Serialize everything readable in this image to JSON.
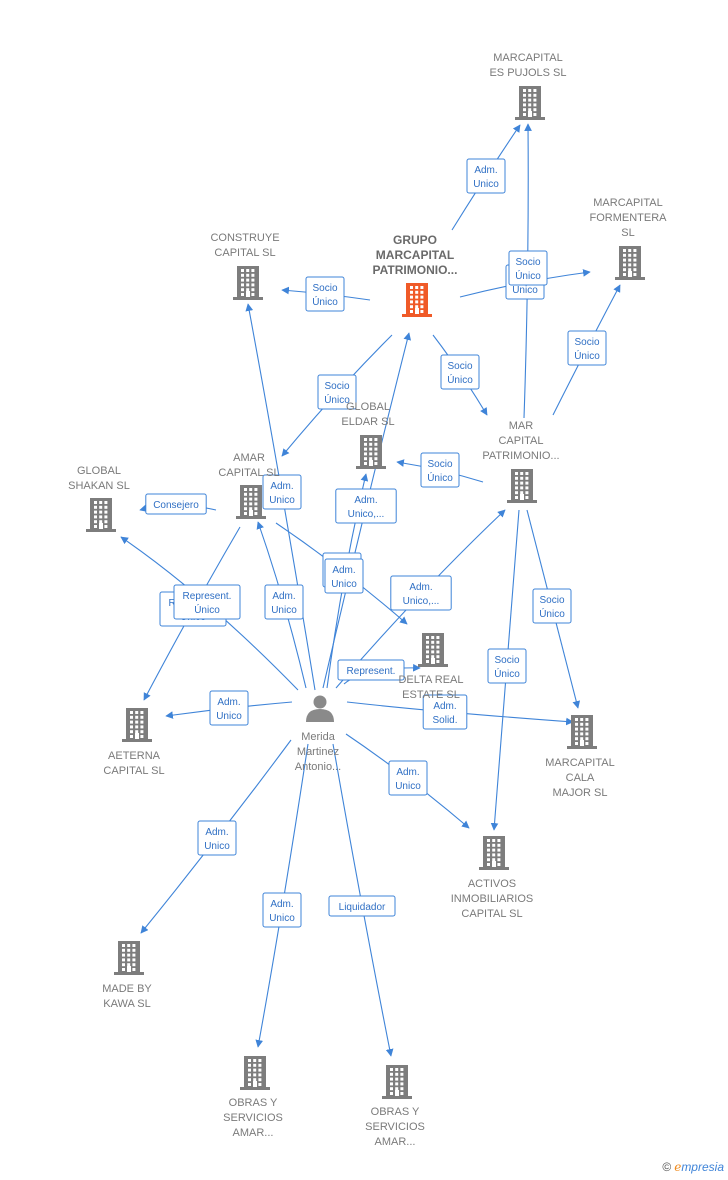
{
  "colors": {
    "edge": "#3f84d8",
    "company": "#7d7d7d",
    "focus": "#f05a28",
    "person": "#8a8a8a"
  },
  "nodes": [
    {
      "id": "mc_pujols",
      "type": "company",
      "label": [
        "MARCAPITAL",
        "ES PUJOLS  SL"
      ]
    },
    {
      "id": "mc_formentera",
      "type": "company",
      "label": [
        "MARCAPITAL",
        "FORMENTERA",
        "SL"
      ]
    },
    {
      "id": "construye",
      "type": "company",
      "label": [
        "CONSTRUYE",
        "CAPITAL  SL"
      ]
    },
    {
      "id": "grupo",
      "type": "focus",
      "label": [
        "GRUPO",
        "MARCAPITAL",
        "PATRIMONIO..."
      ]
    },
    {
      "id": "global_eldar",
      "type": "company",
      "label": [
        "GLOBAL",
        "ELDAR  SL"
      ]
    },
    {
      "id": "mar_capital",
      "type": "company",
      "label": [
        "MAR",
        "CAPITAL",
        "PATRIMONIO..."
      ]
    },
    {
      "id": "amar_capital",
      "type": "company",
      "label": [
        "AMAR",
        "CAPITAL  SL"
      ]
    },
    {
      "id": "global_shakan",
      "type": "company",
      "label": [
        "GLOBAL",
        "SHAKAN  SL"
      ]
    },
    {
      "id": "delta",
      "type": "company",
      "label": [
        "DELTA REAL",
        "ESTATE SL"
      ]
    },
    {
      "id": "aeterna",
      "type": "company",
      "label": [
        "AETERNA",
        "CAPITAL SL"
      ]
    },
    {
      "id": "person",
      "type": "person",
      "label": [
        "Merida",
        "Martinez",
        "Antonio..."
      ]
    },
    {
      "id": "cala_major",
      "type": "company",
      "label": [
        "MARCAPITAL",
        "CALA",
        "MAJOR  SL"
      ]
    },
    {
      "id": "activos",
      "type": "company",
      "label": [
        "ACTIVOS",
        "INMOBILIARIOS",
        "CAPITAL  SL"
      ]
    },
    {
      "id": "made_by_kawa",
      "type": "company",
      "label": [
        "MADE BY",
        "KAWA  SL"
      ]
    },
    {
      "id": "obras1",
      "type": "company",
      "label": [
        "OBRAS Y",
        "SERVICIOS",
        "AMAR..."
      ]
    },
    {
      "id": "obras2",
      "type": "company",
      "label": [
        "OBRAS Y",
        "SERVICIOS",
        "AMAR..."
      ]
    }
  ],
  "edges": [
    {
      "from": "grupo",
      "to": "mc_pujols",
      "label": [
        "Adm.",
        "Unico"
      ]
    },
    {
      "from": "grupo",
      "to": "construye",
      "label": [
        "Socio",
        "Único"
      ]
    },
    {
      "from": "grupo",
      "to": "mc_formentera",
      "label": [
        "Socio",
        "Único"
      ]
    },
    {
      "from": "grupo",
      "to": "amar_capital",
      "label": [
        "Socio",
        "Único"
      ]
    },
    {
      "from": "grupo",
      "to": "mar_capital",
      "label": [
        "Socio",
        "Único"
      ]
    },
    {
      "from": "mar_capital",
      "to": "mc_pujols",
      "label": [
        "Socio",
        "Único"
      ]
    },
    {
      "from": "mar_capital",
      "to": "mc_formentera",
      "label": [
        "Socio",
        "Único"
      ]
    },
    {
      "from": "mar_capital",
      "to": "global_eldar",
      "label": [
        "Socio",
        "Único"
      ]
    },
    {
      "from": "mar_capital",
      "to": "cala_major",
      "label": [
        "Socio",
        "Único"
      ]
    },
    {
      "from": "mar_capital",
      "to": "activos",
      "label": [
        "Socio",
        "Único"
      ]
    },
    {
      "from": "amar_capital",
      "to": "global_shakan",
      "label": [
        "Consejero"
      ]
    },
    {
      "from": "amar_capital",
      "to": "aeterna",
      "label": [
        "Represent.",
        "Único"
      ]
    },
    {
      "from": "amar_capital",
      "to": "delta",
      "label": [
        "Adm.",
        "Unico"
      ]
    },
    {
      "from": "person",
      "to": "global_shakan",
      "label": [
        "Represent.",
        "Único"
      ]
    },
    {
      "from": "person",
      "to": "construye",
      "label": [
        "Adm.",
        "Unico"
      ]
    },
    {
      "from": "person",
      "to": "amar_capital",
      "label": [
        "Adm.",
        "Unico"
      ]
    },
    {
      "from": "person",
      "to": "grupo",
      "label": [
        "Adm.",
        "Unico,..."
      ]
    },
    {
      "from": "person",
      "to": "global_eldar",
      "label": [
        "Adm.",
        "Unico"
      ]
    },
    {
      "from": "person",
      "to": "mar_capital",
      "label": [
        "Adm.",
        "Unico,..."
      ]
    },
    {
      "from": "person",
      "to": "delta",
      "label": [
        "Represent."
      ]
    },
    {
      "from": "person",
      "to": "aeterna",
      "label": [
        "Adm.",
        "Unico"
      ]
    },
    {
      "from": "person",
      "to": "cala_major",
      "label": [
        "Adm.",
        "Solid."
      ]
    },
    {
      "from": "person",
      "to": "activos",
      "label": [
        "Adm.",
        "Unico"
      ]
    },
    {
      "from": "person",
      "to": "made_by_kawa",
      "label": [
        "Adm.",
        "Unico"
      ]
    },
    {
      "from": "person",
      "to": "obras1",
      "label": [
        "Adm.",
        "Unico"
      ]
    },
    {
      "from": "person",
      "to": "obras2",
      "label": [
        "Liquidador"
      ]
    }
  ],
  "brand": {
    "copyright": "©",
    "initial": "e",
    "rest": "mpresia"
  }
}
